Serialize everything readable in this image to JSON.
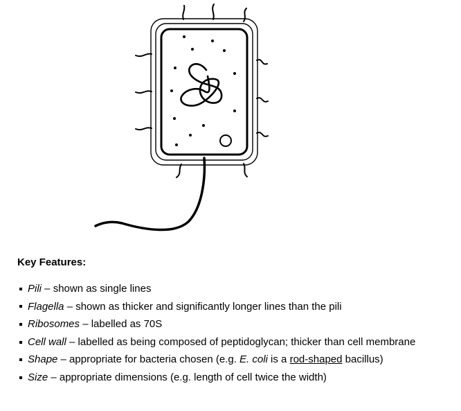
{
  "key": {
    "heading": "Key Features:",
    "items": [
      {
        "term": "Pili",
        "description": " – shown as single lines"
      },
      {
        "term": "Flagella",
        "description": " – shown as thicker and significantly longer lines than the pili"
      },
      {
        "term": "Ribosomes",
        "description": " – labelled as 70S"
      },
      {
        "term": "Cell wall",
        "description": " – labelled as being composed of peptidoglycan; thicker than cell membrane"
      },
      {
        "term": "Shape",
        "pre": " – appropriate for bacteria chosen (e.g. ",
        "italic": "E. coli",
        "mid": " is a ",
        "underlined": "rod-shaped",
        "post": " bacillus)"
      },
      {
        "term": "Size",
        "description": " – appropriate dimensions (e.g. length of cell twice the width)"
      }
    ]
  }
}
